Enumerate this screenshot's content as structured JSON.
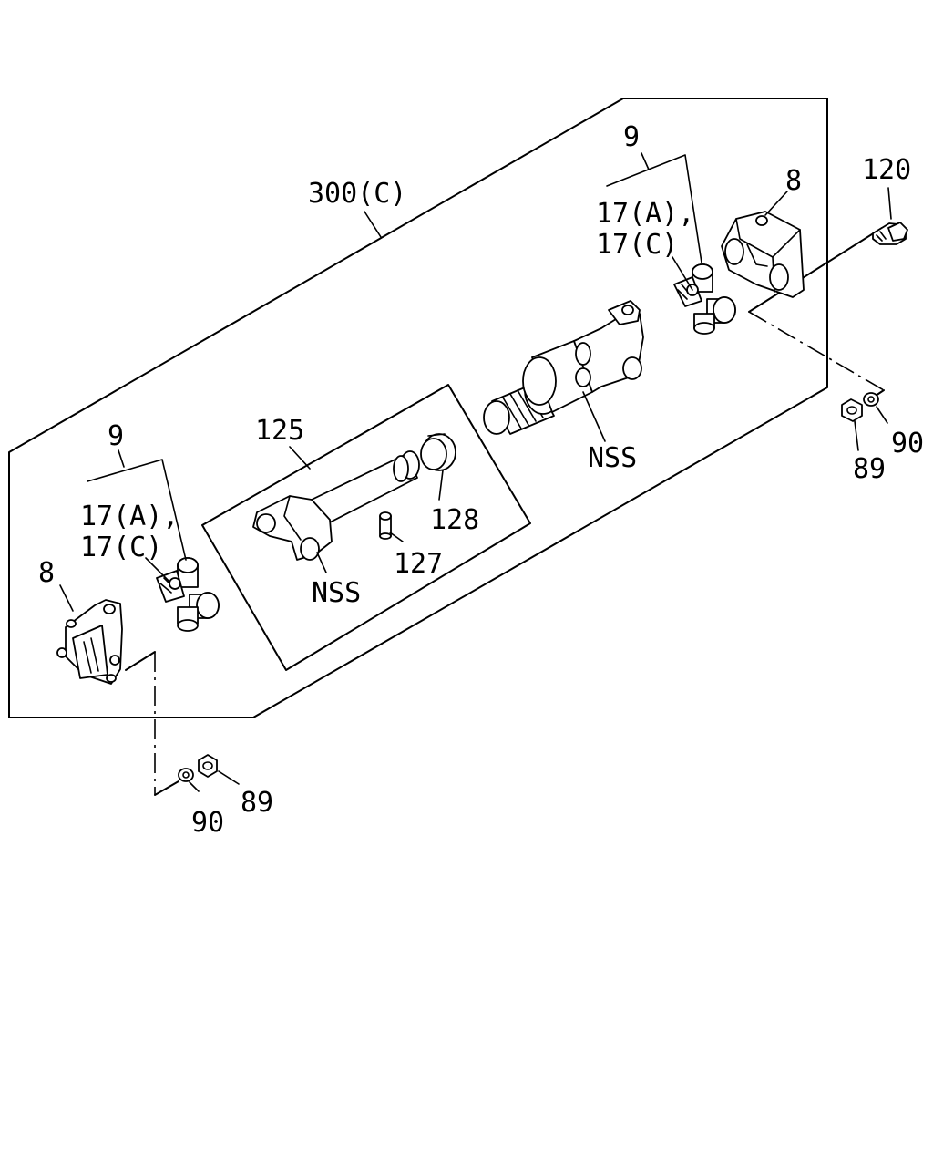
{
  "labels": {
    "assembly": "300(C)",
    "spline_yoke": "125",
    "grease_fitting": "127",
    "dust_cap": "128",
    "flange_bolt": "120",
    "nut": "89",
    "washer": "90",
    "flange_yoke": "8",
    "universal_joint": "9",
    "spider_kit_a": "17(A),",
    "spider_kit_c": "17(C)",
    "nss": "NSS"
  }
}
